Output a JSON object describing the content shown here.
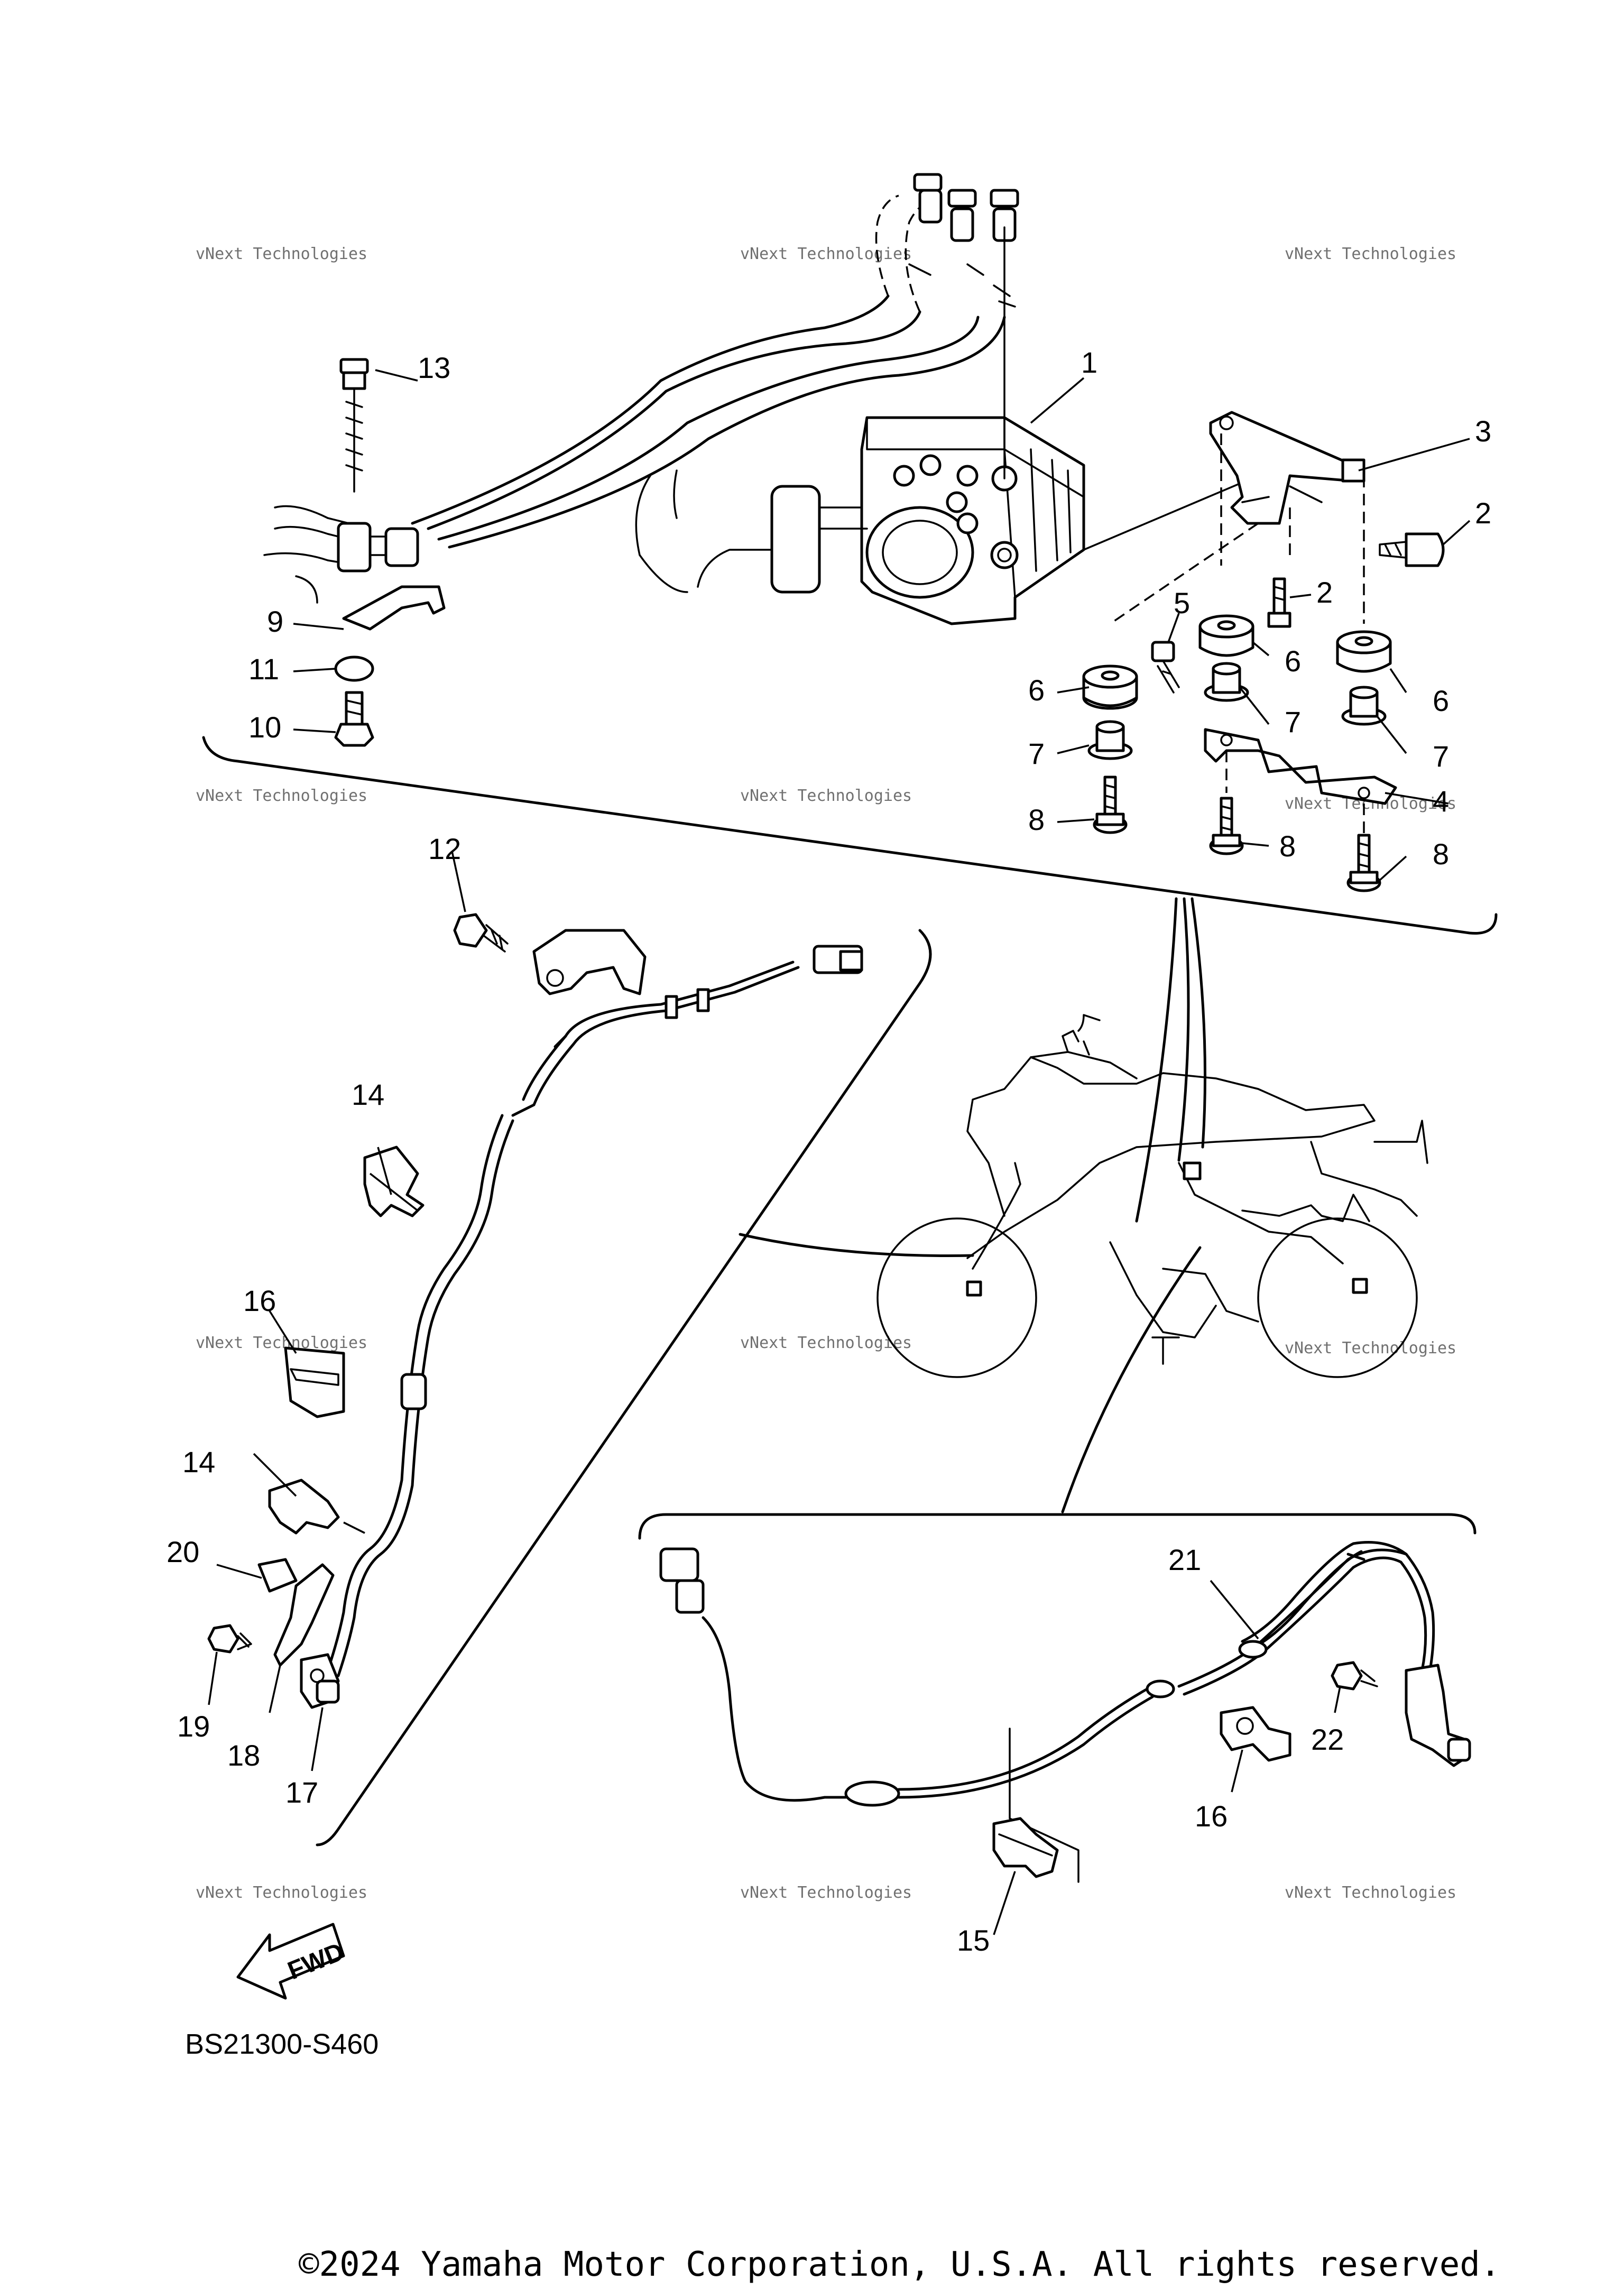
{
  "diagram": {
    "code": "BS21300-S460",
    "copyright": "©2024 Yamaha Motor Corporation, U.S.A. All rights reserved.",
    "direction_marker": "FWD",
    "watermark": {
      "line1": "vNext Technologies",
      "line2": "vNext\nTechnologies"
    },
    "callouts": [
      "1",
      "2",
      "2",
      "3",
      "4",
      "5",
      "6",
      "6",
      "6",
      "7",
      "7",
      "7",
      "8",
      "8",
      "8",
      "9",
      "10",
      "11",
      "12",
      "13",
      "14",
      "14",
      "15",
      "16",
      "16",
      "17",
      "18",
      "19",
      "20",
      "21",
      "22"
    ]
  }
}
